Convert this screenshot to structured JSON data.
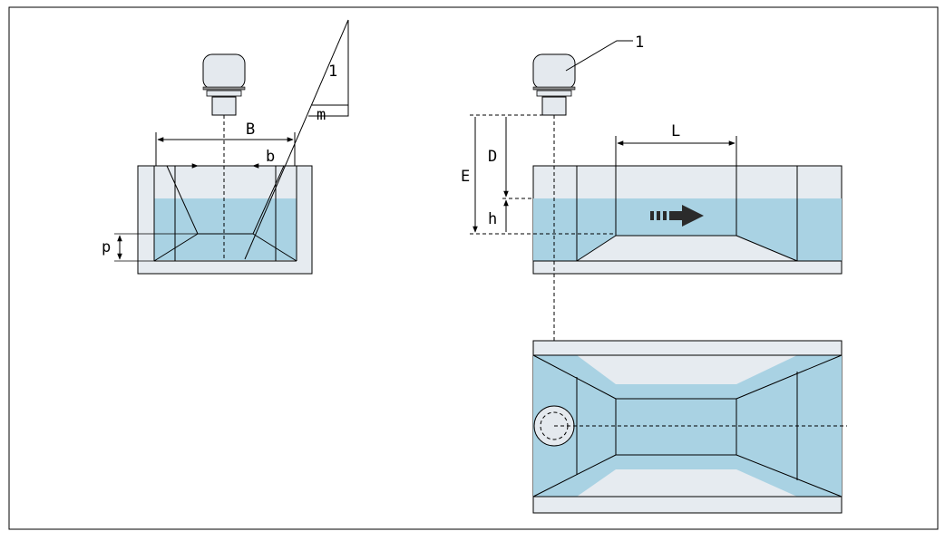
{
  "labels": {
    "callout_1": "1",
    "slope_1": "1",
    "slope_m": "m",
    "width_B": "B",
    "width_b": "b",
    "height_p": "p",
    "distance_E": "E",
    "distance_D": "D",
    "height_h": "h",
    "length_L": "L"
  },
  "colors": {
    "water": "#a9d2e3",
    "channel": "#e6ebf0",
    "sensor": "#e4e9ee",
    "line": "#000000",
    "arrow": "#2b2b2b"
  }
}
